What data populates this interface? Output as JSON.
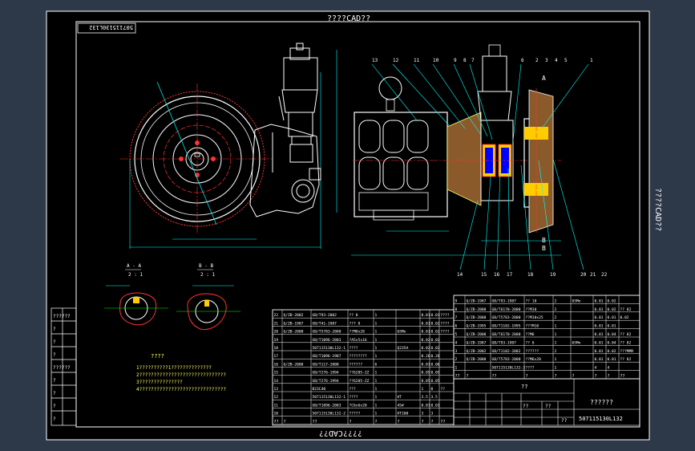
{
  "banner": {
    "top": "????CAD??",
    "bottom": "????CAD??",
    "right": "????CAD??"
  },
  "stamp": "507115130L132",
  "views": {
    "section_a": {
      "label": "A - A",
      "scale": "2 : 1"
    },
    "section_b": {
      "label": "B - B",
      "scale": "2 : 1"
    }
  },
  "tech_req": {
    "title": "????",
    "lines": [
      "1??????????1??????????????",
      "2??????????????????????????????",
      "3???????????????",
      "4??????????????????????????????"
    ]
  },
  "part_numbers_top": [
    "13",
    "12",
    "11",
    "10",
    "9",
    "8",
    "7",
    "6",
    "2",
    "3",
    "4",
    "5",
    "1"
  ],
  "part_numbers_bottom": [
    "14",
    "15",
    "16",
    "17",
    "18",
    "19",
    "20",
    "21",
    "22"
  ],
  "section_marks": [
    "A",
    "B",
    "B"
  ],
  "left_table_rows": [
    [
      "22",
      "Q/ZB-2002",
      "GB/T93-2002",
      "?? 8",
      "1",
      "",
      "0.01",
      "0.01",
      "????"
    ],
    [
      "21",
      "Q/ZB-1987",
      "GB/T41-1987",
      "??? 8",
      "1",
      "",
      "0.01",
      "0.02",
      "????"
    ],
    [
      "20",
      "Q/ZB-2000",
      "GB/T5783-2000",
      "??M8x28",
      "1",
      "65Mn",
      "0.01",
      "0.02",
      "????"
    ],
    [
      "19",
      "",
      "GB/T1096-2003",
      "?A5x5x16",
      "1",
      "",
      "0.02",
      "0.02",
      ""
    ],
    [
      "18",
      "",
      "507115130L132-1",
      "????",
      "1",
      "Q235A",
      "0.02",
      "0.02",
      ""
    ],
    [
      "17",
      "",
      "GB/T1096-1987",
      "????????",
      "1",
      "",
      "0.26",
      "0.26",
      ""
    ],
    [
      "16",
      "Q/ZB-2000",
      "GB/T117-2000",
      "??????",
      "6",
      "",
      "0.01",
      "0.06",
      ""
    ],
    [
      "15",
      "",
      "GB/T276-1994",
      "??6205-ZZ",
      "1",
      "",
      "0.05",
      "0.05",
      ""
    ],
    [
      "14",
      "",
      "GB/T276-1994",
      "??6205-ZZ",
      "1",
      "",
      "0.05",
      "0.05",
      ""
    ],
    [
      "13",
      "",
      "B23C40",
      "???",
      "1",
      "",
      "1",
      "0",
      "??"
    ],
    [
      "12",
      "",
      "507115130L132-1",
      "????",
      "1",
      "HT",
      "3.5",
      "3.5",
      ""
    ],
    [
      "11",
      "",
      "GB/T1096-2003",
      "?C6x6x20",
      "1",
      "45#",
      "0.01",
      "0.01",
      ""
    ],
    [
      "10",
      "",
      "507115130L132-2",
      "?????",
      "1",
      "HT200",
      "3",
      "3",
      ""
    ]
  ],
  "left_table_header": [
    "??",
    "?",
    "??",
    "?",
    "?",
    "?",
    "?",
    "?",
    "??"
  ],
  "right_table_rows": [
    [
      "9",
      "Q/ZB-1987",
      "GB/T93-1987",
      "?? 10",
      "2",
      "65Mn",
      "0.01",
      "0.02",
      ""
    ],
    [
      "8",
      "Q/ZB-2000",
      "GB/T6170-2000",
      "??M10",
      "2",
      "",
      "0.01",
      "0.02",
      "?? 82"
    ],
    [
      "7",
      "Q/ZB-2000",
      "GB/T5783-2000",
      "??M10x25",
      "2",
      "",
      "0.01",
      "0.01",
      "0.02"
    ],
    [
      "6",
      "Q/ZB-1995",
      "GB/T1182-1995",
      "???M10",
      "1",
      "",
      "0.01",
      "0.01",
      ""
    ],
    [
      "5",
      "Q/ZB-2000",
      "GB/T6170-2000",
      "??M6",
      "1",
      "",
      "0.01",
      "0.04",
      "?? 82"
    ],
    [
      "4",
      "Q/ZB-1987",
      "GB/T93-1987",
      "?? 6",
      "1",
      "65Mn",
      "0.01",
      "0.04",
      "?? 82"
    ],
    [
      "3",
      "Q/ZB-2002",
      "GB/T1182-2002",
      "??????",
      "2",
      "",
      "0.01",
      "0.02",
      "???MMR"
    ],
    [
      "2",
      "Q/ZB-2000",
      "GB/T5783-2000",
      "??M6x28",
      "1",
      "",
      "0.01",
      "0.01",
      "?? 82"
    ],
    [
      "1",
      "",
      "507115130L132-3",
      "????",
      "1",
      "",
      "4",
      "4",
      ""
    ]
  ],
  "right_table_header": [
    "??",
    "?",
    "??",
    "?",
    "?",
    "?",
    "?",
    "?",
    "??"
  ],
  "title_block": {
    "name": "??",
    "company": "??????",
    "drawing_no": "507115130L132",
    "scale_label": "??",
    "weight": "??",
    "sheet": "??"
  },
  "left_margin": [
    "??????",
    "?",
    "?",
    "?",
    "??????",
    "?",
    "?",
    "?",
    "?"
  ]
}
